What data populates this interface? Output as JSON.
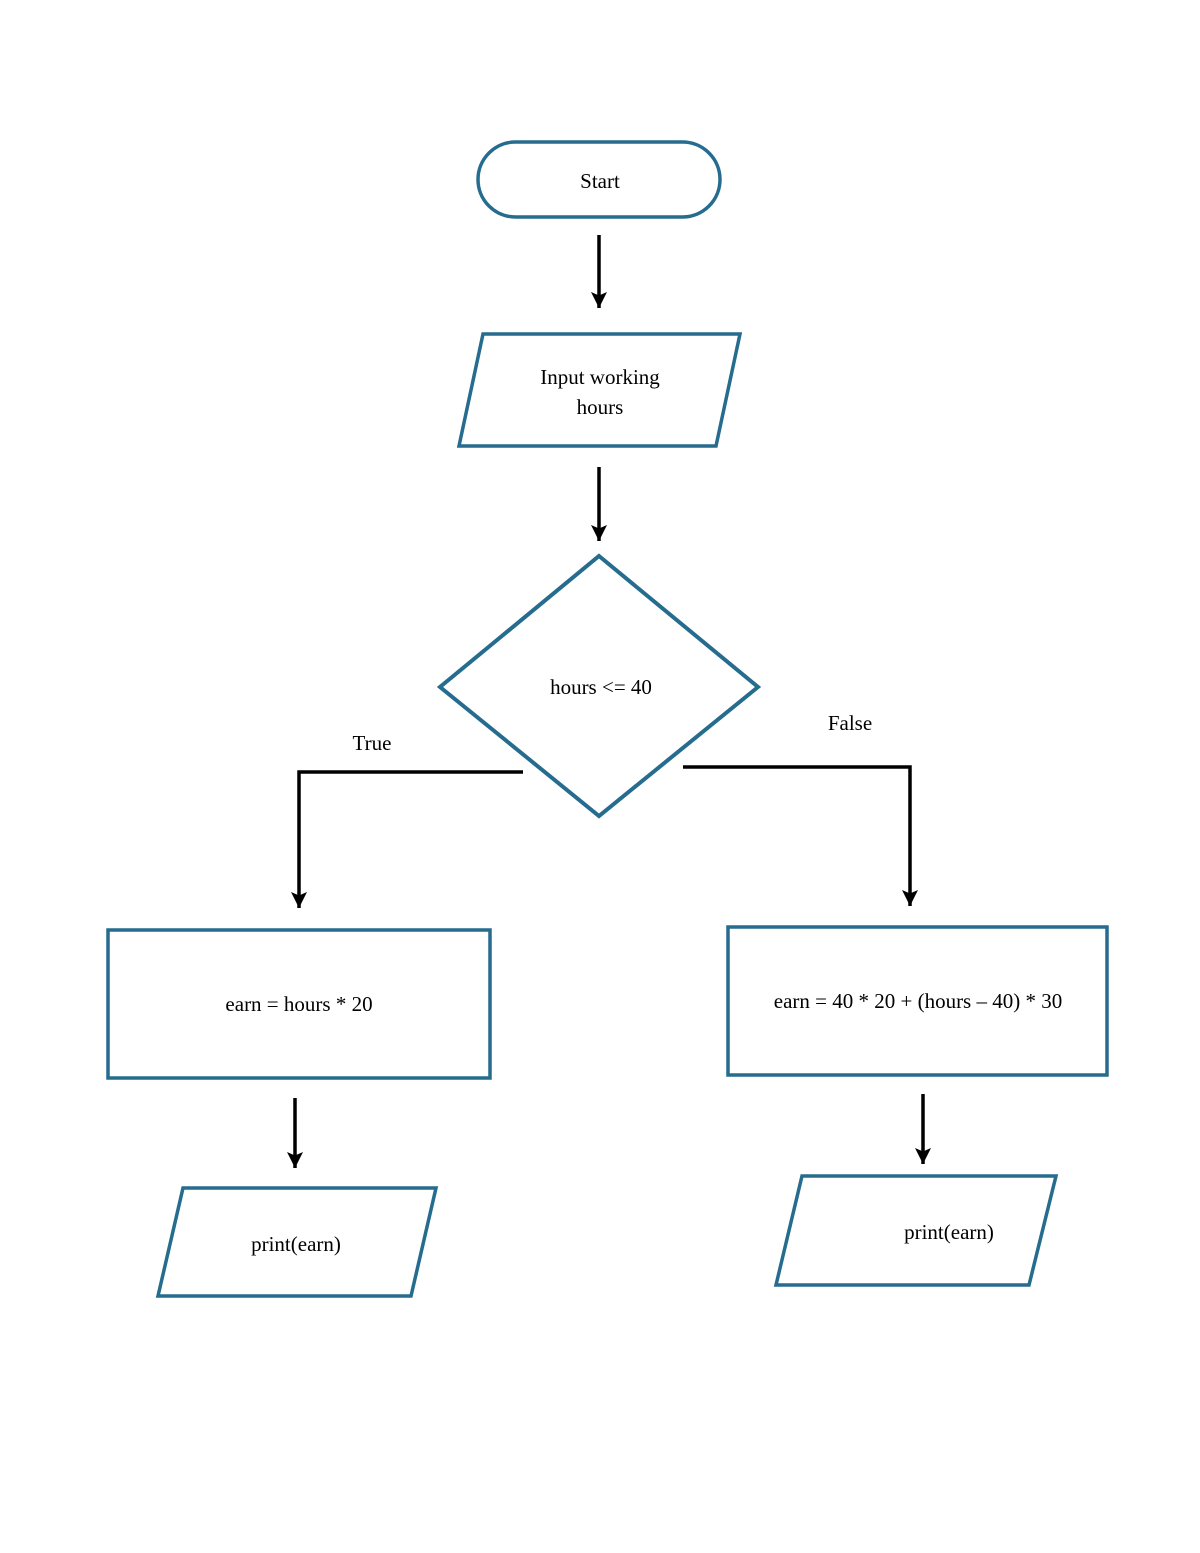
{
  "page": {
    "background_color": "#ffffff"
  },
  "diagram": {
    "type": "flowchart",
    "accent_color": "#266c8e",
    "connector_color": "#000000",
    "text_color": "#000000",
    "nodes": {
      "start": {
        "shape": "terminator",
        "label": "Start"
      },
      "input_hours": {
        "shape": "input-output",
        "label": "Input working hours",
        "line1": "Input working",
        "line2": "hours"
      },
      "decision": {
        "shape": "decision",
        "label": "hours <= 40"
      },
      "earn_regular": {
        "shape": "process",
        "label": "earn = hours * 20"
      },
      "earn_overtime": {
        "shape": "process",
        "label": "earn = 40 * 20 + (hours – 40) * 30"
      },
      "print_regular": {
        "shape": "input-output",
        "label": "print(earn)"
      },
      "print_overtime": {
        "shape": "input-output",
        "label": "print(earn)"
      }
    },
    "edges": {
      "decision_true": {
        "label": "True"
      },
      "decision_false": {
        "label": "False"
      }
    }
  }
}
